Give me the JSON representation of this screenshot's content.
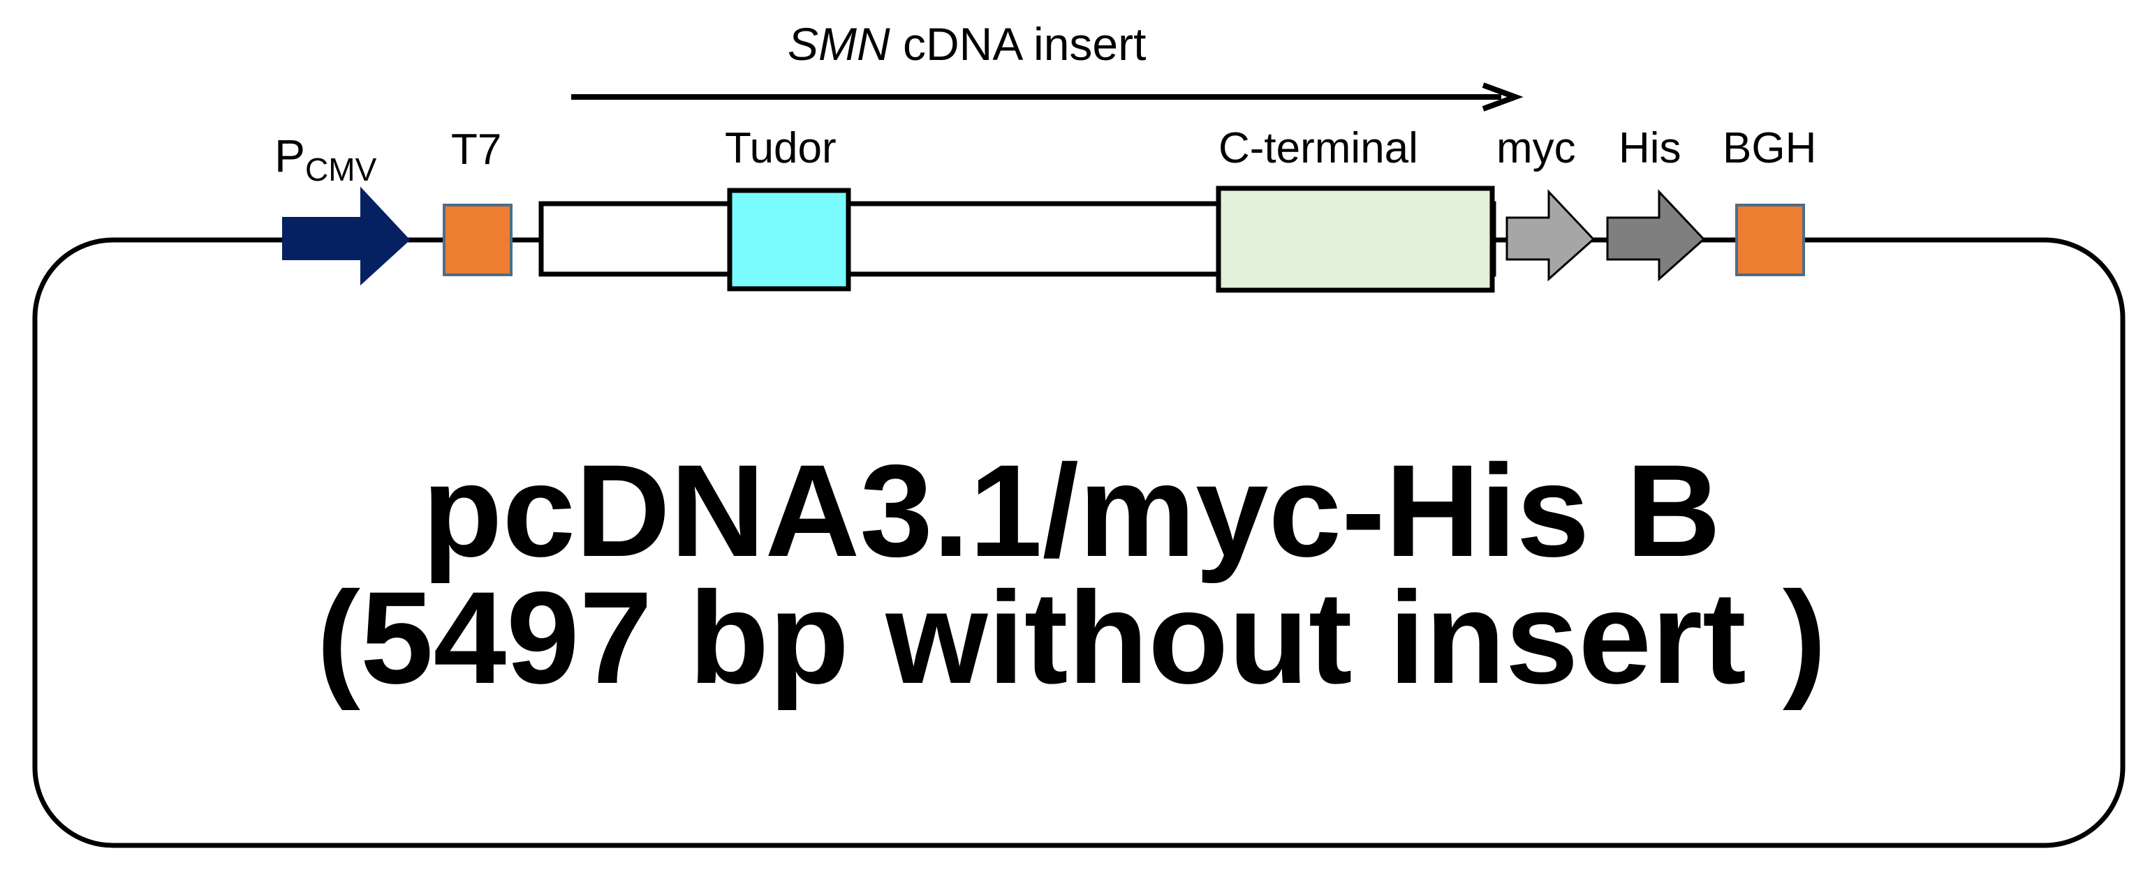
{
  "insert": {
    "gene_italic": "SMN",
    "label_rest": " cDNA insert"
  },
  "promoter": {
    "base": "P",
    "sub": "CMV"
  },
  "features": {
    "t7": "T7",
    "tudor": "Tudor",
    "c_terminal": "C-terminal",
    "myc": "myc",
    "his": "His",
    "bgh": "BGH"
  },
  "vector": {
    "name": "pcDNA3.1/myc-His B",
    "size_note": "(5497 bp without insert )"
  },
  "colors": {
    "promoter_arrow": "#062162",
    "t7_box": "#ED7D31",
    "bgh_box": "#ED7D31",
    "box_border": "#4A6E8A",
    "tudor_box": "#7AFCFE",
    "c_terminal_box": "#E2EFDA",
    "myc_arrow": "#A6A6A6",
    "his_arrow": "#7F7F7F",
    "outline": "#000000"
  }
}
